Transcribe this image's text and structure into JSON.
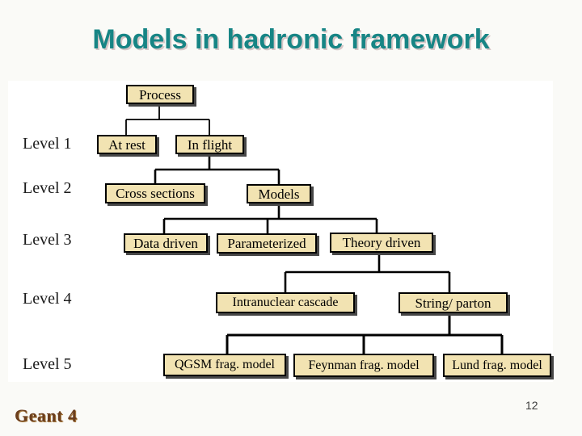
{
  "title": "Models in hadronic framework",
  "colors": {
    "title_text": "#178585",
    "title_shadow": "#D6C6C6",
    "box_fill": "#F2E3B2",
    "box_border": "#000000",
    "box_shadow": "#474747",
    "panel_bg": "#FFFFFF",
    "slide_bg": "#FAFAF7",
    "logo_text": "#6B3E1E"
  },
  "diagram": {
    "level_labels": [
      "Level 1",
      "Level 2",
      "Level 3",
      "Level 4",
      "Level 5"
    ],
    "nodes": {
      "process": "Process",
      "at_rest": "At rest",
      "in_flight": "In flight",
      "cross_sections": "Cross sections",
      "models": "Models",
      "data_driven": "Data driven",
      "parameterized": "Parameterized",
      "theory_driven": "Theory driven",
      "intranuclear_cascade": "Intranuclear cascade",
      "string_parton": "String/ parton",
      "qgsm_frag": "QGSM frag. model",
      "feynman_frag": "Feynman frag. model",
      "lund_frag": "Lund frag. model"
    },
    "edges": [
      "Process -> At rest",
      "Process -> In flight",
      "In flight -> Cross sections",
      "In flight -> Models",
      "Models -> Data driven",
      "Models -> Parameterized",
      "Models -> Theory driven",
      "Theory driven -> Intranuclear cascade",
      "Theory driven -> String/ parton",
      "String/ parton -> QGSM frag. model",
      "String/ parton -> Feynman frag. model",
      "String/ parton -> Lund frag. model"
    ]
  },
  "footer": {
    "logo": "Geant 4",
    "page_number": "12"
  }
}
